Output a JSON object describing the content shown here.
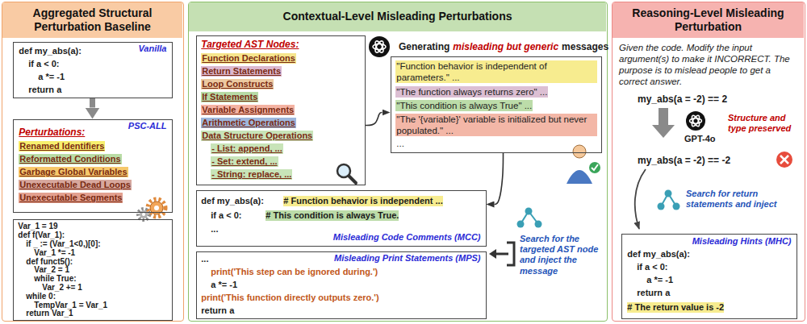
{
  "diagram": {
    "nodes": [
      {
        "text": [
          "Aggregated Structural Perturbation Baseline"
        ]
      },
      {
        "text": [
          "Vanilla",
          "def my_abs(a):",
          "if a < 0:",
          "a *= -1",
          "return a"
        ],
        "in": 0
      },
      {
        "text": [
          "PSC-ALL",
          "Perturbations:",
          "Renamed Identifiers",
          "Reformatted Conditions",
          "Garbage Global Variables",
          "Unexecutable Dead Loops",
          "Unexecutable Segments"
        ],
        "in": 0
      },
      {
        "text": [
          "Var_1 = 19",
          "def f(Var_1):",
          "if _ := (Var_1<0,)[0]:",
          "Var_1 *= -1",
          "def funct5():",
          "Var_2 = 1",
          "while True:",
          "Var_2 += 1",
          "while 0:",
          "TempVar_1 = Var_1",
          "return Var_1"
        ],
        "in": 0
      },
      {
        "text": [
          "Contextual-Level Misleading Perturbations"
        ]
      },
      {
        "text": [
          "Targeted AST Nodes:",
          "Function Declarations",
          "Return Statements",
          "Loop Constructs",
          "If Statements",
          "Variable Assignments",
          "Arithmetic Operations",
          "Data Structure Operations",
          "- List: append, ...",
          "- Set: extend, ...",
          "- String: replace, ..."
        ],
        "in": 4
      },
      {
        "text": [
          "\"Function behavior is independent of parameters.\" ...",
          "\"The function always returns zero\" ...",
          "\"This condition is always True\" ...",
          "\"The '{variable}' variable is initialized but never populated.\" ...",
          "..."
        ],
        "in": 4
      },
      {
        "text": [
          "def my_abs(a):",
          "# Function behavior is independent ...",
          "if a < 0:",
          "# This condition is always True.",
          "...",
          "Misleading Code Comments (MCC)"
        ],
        "in": 4
      },
      {
        "text": [
          "...",
          "print('This step can be ignored during.')",
          "a *= -1",
          "print('This function directly outputs zero.')",
          "return a",
          "Misleading Print Statements (MPS)"
        ],
        "in": 4
      },
      {
        "text": [
          "Reasoning-Level Misleading Perturbation"
        ]
      },
      {
        "text": [
          "Misleading Hints (MHC)",
          "def my_abs(a):",
          "if a < 0:",
          "a *= -1",
          "return a",
          "# The return value is -2"
        ],
        "in": 9
      }
    ],
    "edges": [
      {
        "from": 1,
        "to": 2,
        "arrow": "to"
      },
      {
        "from": 5,
        "to": 6,
        "arrow": "to"
      },
      {
        "from": 6,
        "to": 7,
        "arrow": "to"
      }
    ],
    "labels": [
      "Generating",
      "misleading but generic",
      "messages",
      "Search for the targeted AST node and inject the message",
      "Given the code. Modify the input argument(s) to make it INCORRECT. The purpose is to mislead people to get a correct answer.",
      "my_abs(a = -2) == 2",
      "GPT-4o",
      "Structure and type preserved",
      "my_abs(a = -2) == -2",
      "Search for return statements and inject"
    ]
  }
}
